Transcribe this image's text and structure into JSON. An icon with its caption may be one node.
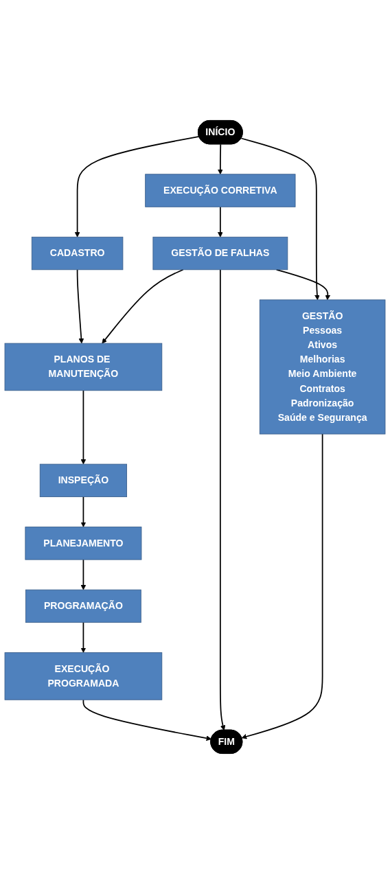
{
  "diagram": {
    "nodes": [
      {
        "text": [
          "INÍCIO"
        ]
      },
      {
        "text": [
          "CADASTRO"
        ]
      },
      {
        "text": [
          "PLANOS DE MANUTENÇÃO"
        ]
      },
      {
        "text": [
          "INSPEÇÃO"
        ]
      },
      {
        "text": [
          "PLANEJAMENTO"
        ]
      },
      {
        "text": [
          "PROGRAMAÇÃO"
        ]
      },
      {
        "text": [
          "EXECUÇÃO PROGRAMADA"
        ]
      },
      {
        "text": [
          "EXECUÇÃO CORRETIVA"
        ]
      },
      {
        "text": [
          "GESTÃO DE FALHAS"
        ]
      },
      {
        "text": [
          "GESTÃO",
          "Pessoas",
          "Ativos",
          "Melhorias",
          "Meio Ambiente",
          "Contratos",
          "Padronização",
          "Saúde e Segurança"
        ]
      },
      {
        "text": [
          "FIM"
        ]
      }
    ],
    "edges": [
      {
        "from": 0,
        "to": 1,
        "arrow": "to"
      },
      {
        "from": 0,
        "to": 7,
        "arrow": "to"
      },
      {
        "from": 0,
        "to": 9,
        "arrow": "to"
      },
      {
        "from": 1,
        "to": 2,
        "arrow": "to"
      },
      {
        "from": 2,
        "to": 3,
        "arrow": "to"
      },
      {
        "from": 3,
        "to": 4,
        "arrow": "to"
      },
      {
        "from": 4,
        "to": 5,
        "arrow": "to"
      },
      {
        "from": 5,
        "to": 6,
        "arrow": "to"
      },
      {
        "from": 6,
        "to": 10,
        "arrow": "to"
      },
      {
        "from": 7,
        "to": 8,
        "arrow": "to"
      },
      {
        "from": 8,
        "to": 2,
        "arrow": "to"
      },
      {
        "from": 8,
        "to": 9,
        "arrow": "to"
      },
      {
        "from": 8,
        "to": 10,
        "arrow": "to"
      },
      {
        "from": 9,
        "to": 10,
        "arrow": "to"
      }
    ]
  }
}
